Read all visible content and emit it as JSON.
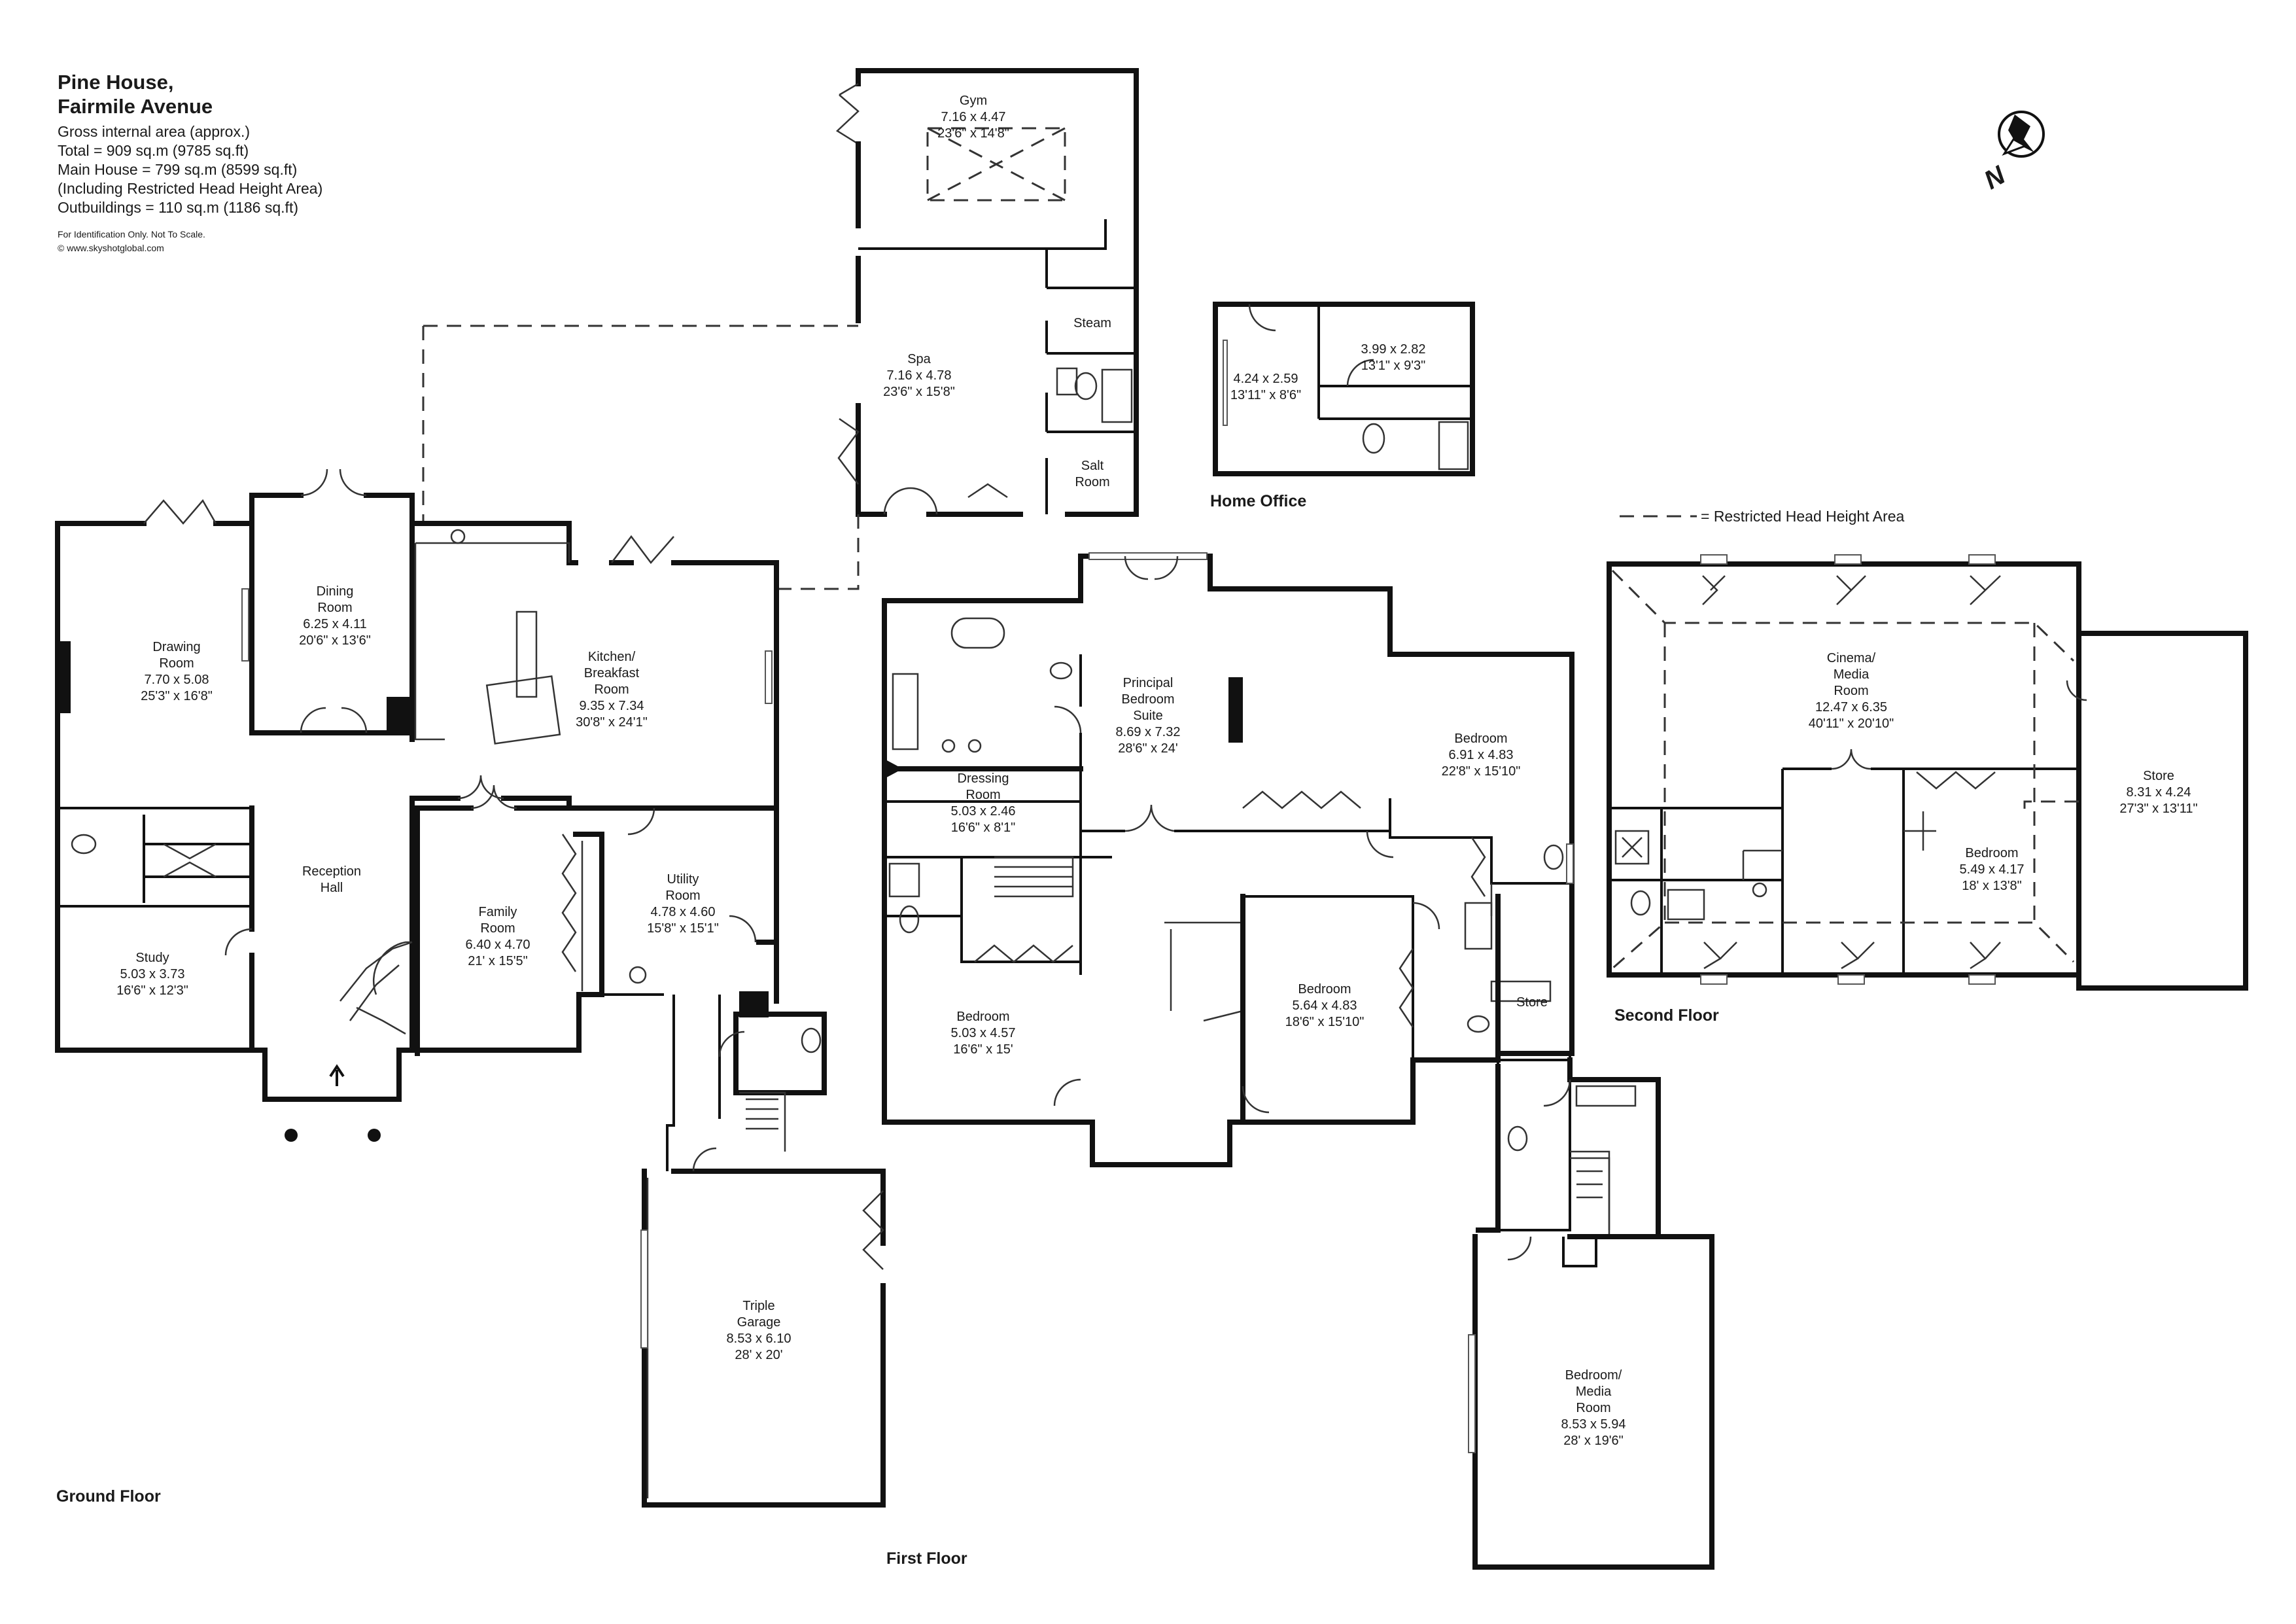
{
  "header": {
    "name_line1": "Pine House,",
    "name_line2": "Fairmile Avenue",
    "area_lines": [
      "Gross internal area (approx.)",
      "Total = 909 sq.m (9785 sq.ft)",
      "Main House = 799 sq.m (8599 sq.ft)",
      "(Including Restricted Head Height Area)",
      "Outbuildings = 110 sq.m (1186 sq.ft)"
    ],
    "disclaimer": "For Identification Only. Not To Scale.",
    "copyright": "© www.skyshotglobal.com"
  },
  "compass": {
    "label": "N"
  },
  "legend": {
    "label": "= Restricted Head Height Area"
  },
  "floors": {
    "ground": "Ground Floor",
    "first": "First Floor",
    "second": "Second Floor",
    "home_office": "Home Office"
  },
  "rooms": {
    "gym": {
      "name": [
        "Gym"
      ],
      "metric": "7.16 x 4.47",
      "imperial": "23'6\" x 14'8\""
    },
    "spa": {
      "name": [
        "Spa"
      ],
      "metric": "7.16 x 4.78",
      "imperial": "23'6\" x 15'8\""
    },
    "steam": {
      "name": [
        "Steam"
      ]
    },
    "salt_room": {
      "name": [
        "Salt",
        "Room"
      ]
    },
    "office_a": {
      "metric": "4.24 x 2.59",
      "imperial": "13'11\" x 8'6\""
    },
    "office_b": {
      "metric": "3.99 x 2.82",
      "imperial": "13'1\" x 9'3\""
    },
    "drawing_room": {
      "name": [
        "Drawing",
        "Room"
      ],
      "metric": "7.70 x 5.08",
      "imperial": "25'3\" x 16'8\""
    },
    "dining_room": {
      "name": [
        "Dining",
        "Room"
      ],
      "metric": "6.25 x 4.11",
      "imperial": "20'6\" x 13'6\""
    },
    "kitchen": {
      "name": [
        "Kitchen/",
        "Breakfast",
        "Room"
      ],
      "metric": "9.35 x 7.34",
      "imperial": "30'8\" x 24'1\""
    },
    "reception_hall": {
      "name": [
        "Reception",
        "Hall"
      ]
    },
    "study": {
      "name": [
        "Study"
      ],
      "metric": "5.03 x 3.73",
      "imperial": "16'6\" x 12'3\""
    },
    "family_room": {
      "name": [
        "Family",
        "Room"
      ],
      "metric": "6.40 x 4.70",
      "imperial": "21' x 15'5\""
    },
    "utility_room": {
      "name": [
        "Utility",
        "Room"
      ],
      "metric": "4.78 x 4.60",
      "imperial": "15'8\" x 15'1\""
    },
    "triple_garage": {
      "name": [
        "Triple",
        "Garage"
      ],
      "metric": "8.53 x 6.10",
      "imperial": "28' x 20'"
    },
    "principal": {
      "name": [
        "Principal",
        "Bedroom",
        "Suite"
      ],
      "metric": "8.69 x 7.32",
      "imperial": "28'6\" x 24'"
    },
    "dressing_room": {
      "name": [
        "Dressing",
        "Room"
      ],
      "metric": "5.03 x 2.46",
      "imperial": "16'6\" x 8'1\""
    },
    "bedroom_ne": {
      "name": [
        "Bedroom"
      ],
      "metric": "6.91 x 4.83",
      "imperial": "22'8\" x 15'10\""
    },
    "bedroom_sw": {
      "name": [
        "Bedroom"
      ],
      "metric": "5.03 x 4.57",
      "imperial": "16'6\" x 15'"
    },
    "bedroom_mid": {
      "name": [
        "Bedroom"
      ],
      "metric": "5.64 x 4.83",
      "imperial": "18'6\" x 15'10\""
    },
    "store_first": {
      "name": [
        "Store"
      ]
    },
    "bedroom_media": {
      "name": [
        "Bedroom/",
        "Media",
        "Room"
      ],
      "metric": "8.53 x 5.94",
      "imperial": "28' x 19'6\""
    },
    "cinema": {
      "name": [
        "Cinema/",
        "Media",
        "Room"
      ],
      "metric": "12.47 x 6.35",
      "imperial": "40'11\" x 20'10\""
    },
    "store_second": {
      "name": [
        "Store"
      ],
      "metric": "8.31 x 4.24",
      "imperial": "27'3\" x 13'11\""
    },
    "bedroom_second": {
      "name": [
        "Bedroom"
      ],
      "metric": "5.49 x 4.17",
      "imperial": "18' x 13'8\""
    }
  }
}
